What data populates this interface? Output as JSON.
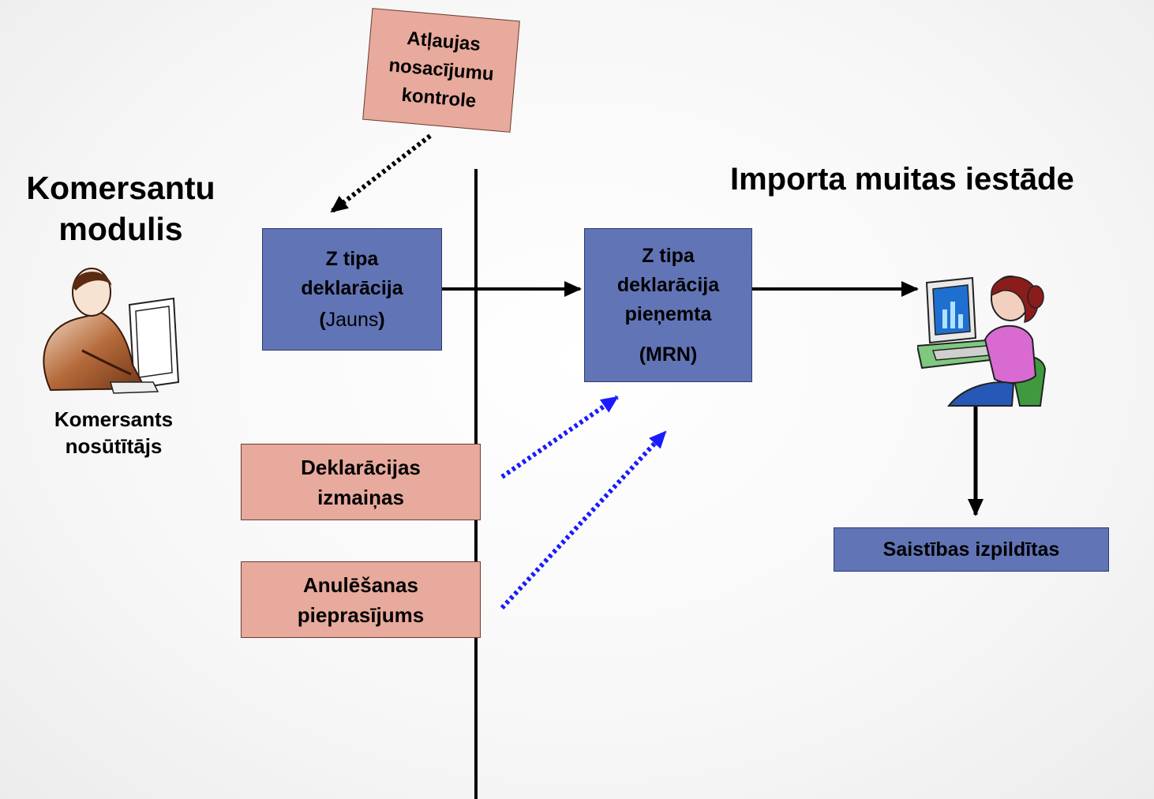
{
  "left_title": {
    "line1": "Komersantu",
    "line2": "modulis"
  },
  "right_title": "Importa muitas iestāde",
  "sender_caption": {
    "line1": "Komersants",
    "line2": "nosūtītājs"
  },
  "permit_box": {
    "line1": "Atļaujas",
    "line2": "nosacījumu",
    "line3": "kontrole"
  },
  "declaration_new": {
    "line1": "Z tipa",
    "line2": "deklarācija",
    "paren_open": "(",
    "status": "Jauns",
    "paren_close": ")"
  },
  "declaration_accepted": {
    "line1": "Z tipa",
    "line2": "deklarācija",
    "line3": "pieņemta",
    "line4": "(MRN)"
  },
  "changes_box": {
    "line1": "Deklarācijas",
    "line2": "izmaiņas"
  },
  "cancel_box": {
    "line1": "Anulēšanas",
    "line2": "pieprasījums"
  },
  "fulfilled_box": "Saistības izpildītas",
  "colors": {
    "blue_box": "#6174b6",
    "pink_box": "#e8aa9c",
    "dotted_blue_arrow": "#1a1aff",
    "dotted_black_arrow": "#000000"
  },
  "icons": [
    "businessman-at-computer-icon",
    "woman-at-computer-icon"
  ]
}
